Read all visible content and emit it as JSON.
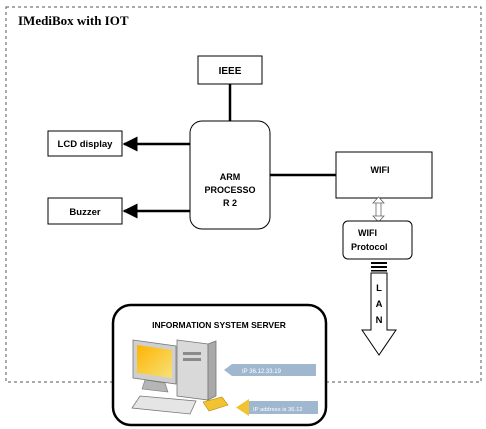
{
  "colors": {
    "ink": "#000000",
    "border_dashed": "#555555",
    "screen_blue": "#9fb7cf",
    "folder_yellow": "#f2c230",
    "monitor_gray": "#c9c9c9"
  },
  "diagram": {
    "title": "IMediBox with IOT",
    "nodes": {
      "ieee": "IEEE",
      "lcd": "LCD display",
      "buzzer": "Buzzer",
      "arm_line1": "ARM",
      "arm_line2": "PROCESSO",
      "arm_line3": "R 2",
      "wifi": "WIFI",
      "wifi_protocol_line1": "WIFI",
      "wifi_protocol_line2": "Protocol",
      "lan_1": "L",
      "lan_2": "A",
      "lan_3": "N"
    },
    "server": {
      "title": "INFORMATION SYSTEM SERVER",
      "ip_top": "IP 36.12.33.19",
      "ip_bottom": "IP address is 36.12"
    }
  }
}
